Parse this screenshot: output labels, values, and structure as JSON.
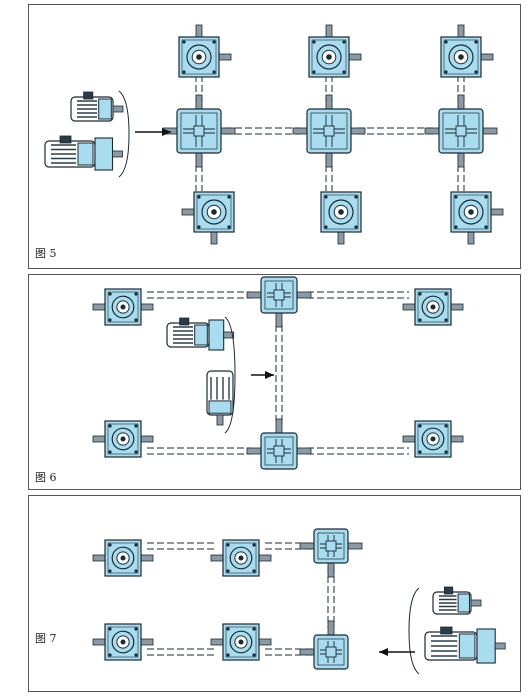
{
  "figures": [
    {
      "label": "图 5"
    },
    {
      "label": "图 6"
    },
    {
      "label": "图 7"
    }
  ],
  "colors": {
    "housing": "#a9dcef",
    "outline": "#1b2a34",
    "motor": "#2b3b48",
    "shaft": "#8d9aa4",
    "frame": "#555555"
  }
}
